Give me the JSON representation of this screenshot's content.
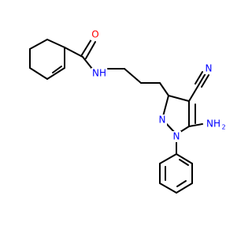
{
  "labels": {
    "o": "O",
    "nh": "NH",
    "n_cyano": "N",
    "nh2": "NH",
    "nh2_sub": "2",
    "n_pyrazole_top": "N",
    "n_pyrazole_bottom": "N"
  },
  "colors": {
    "oxygen": "#ff0000",
    "nitrogen": "#0000ff",
    "bond": "#000000",
    "background": "#ffffff"
  }
}
